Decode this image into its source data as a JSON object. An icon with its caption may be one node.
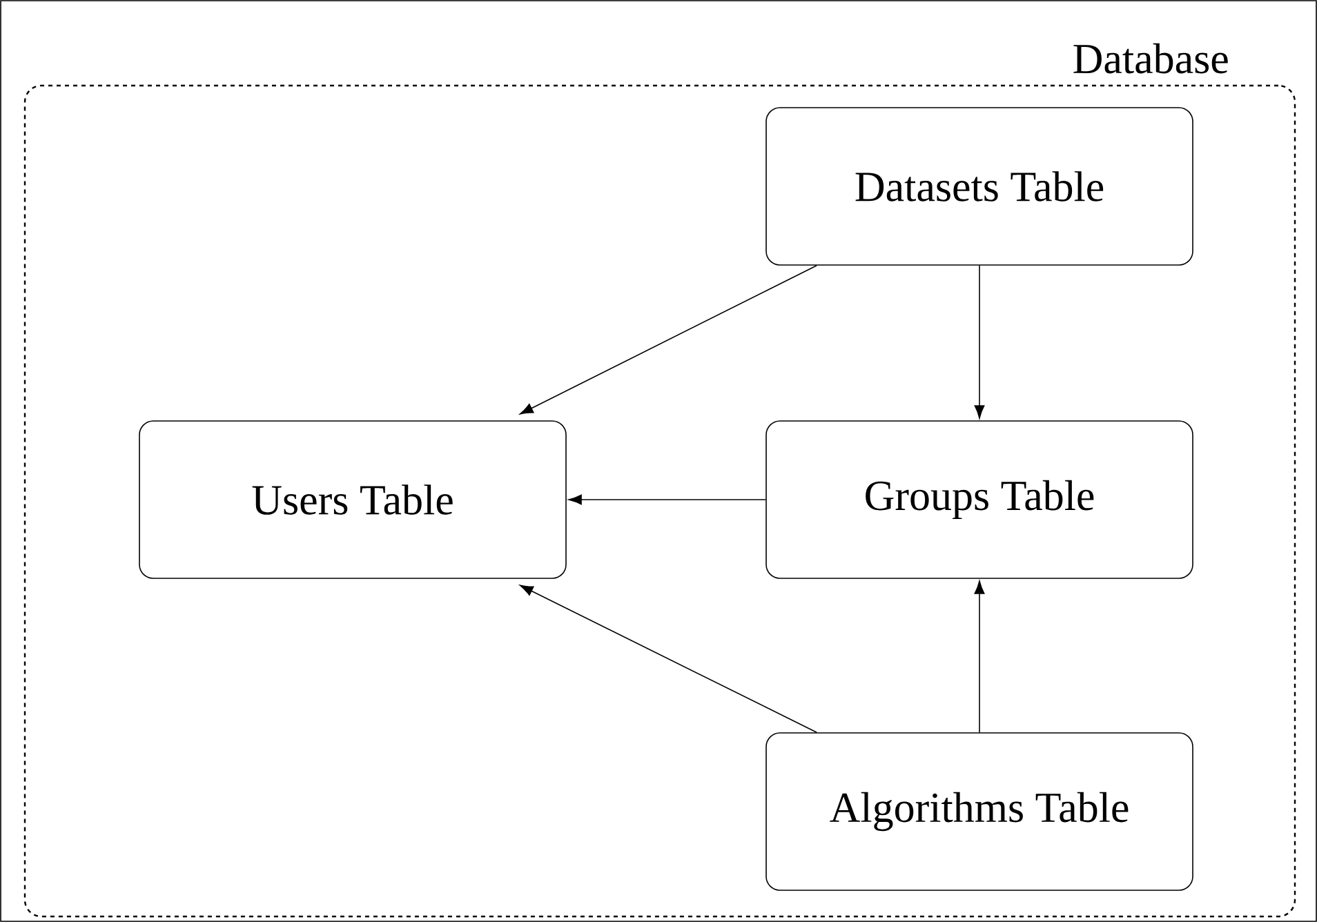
{
  "diagram": {
    "nodes": [
      {
        "text": [
          "Database"
        ]
      },
      {
        "text": [
          "Datasets Table"
        ],
        "in": 0
      },
      {
        "text": [
          "Users Table"
        ],
        "in": 0
      },
      {
        "text": [
          "Groups Table"
        ],
        "in": 0
      },
      {
        "text": [
          "Algorithms Table"
        ],
        "in": 0
      }
    ],
    "edges": [
      {
        "from": 1,
        "to": 2,
        "arrow": "to"
      },
      {
        "from": 1,
        "to": 3,
        "arrow": "to"
      },
      {
        "from": 3,
        "to": 2,
        "arrow": "to"
      },
      {
        "from": 4,
        "to": 3,
        "arrow": "to"
      },
      {
        "from": 4,
        "to": 2,
        "arrow": "to"
      }
    ]
  }
}
